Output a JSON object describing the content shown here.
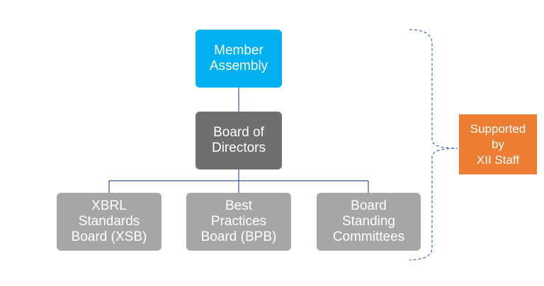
{
  "diagram": {
    "nodes": {
      "member_assembly": "Member\nAssembly",
      "board_of_directors": "Board of\nDirectors",
      "xbrl_standards_board": "XBRL\nStandards\nBoard (XSB)",
      "best_practices_board": "Best\nPractices\nBoard (BPB)",
      "board_standing_committees": "Board\nStanding\nCommittees",
      "supported_by_staff": "Supported\nby\nXII Staff"
    },
    "colors": {
      "member_assembly": "#00b0f0",
      "board_of_directors": "#6f6f6f",
      "sub_boards": "#a6a6a6",
      "staff": "#ed7d31",
      "connector": "#2f5597",
      "brace": "#4472c4"
    },
    "edges": [
      [
        "member_assembly",
        "board_of_directors"
      ],
      [
        "board_of_directors",
        "xbrl_standards_board"
      ],
      [
        "board_of_directors",
        "best_practices_board"
      ],
      [
        "board_of_directors",
        "board_standing_committees"
      ]
    ]
  }
}
